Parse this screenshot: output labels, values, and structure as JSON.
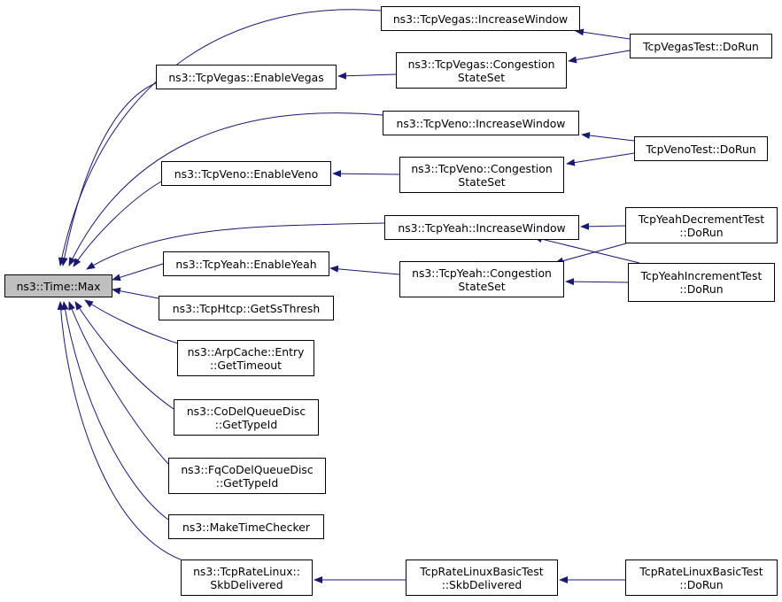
{
  "graph": {
    "edge_color": "#191970",
    "focus_fill": "#bfbfbf",
    "nodes": [
      {
        "id": "max",
        "lines": [
          "ns3::Time::Max"
        ],
        "focus": true
      },
      {
        "id": "vegas-enable",
        "lines": [
          "ns3::TcpVegas::EnableVegas"
        ]
      },
      {
        "id": "vegas-incwin",
        "lines": [
          "ns3::TcpVegas::IncreaseWindow"
        ]
      },
      {
        "id": "vegas-css",
        "lines": [
          "ns3::TcpVegas::Congestion",
          "StateSet"
        ]
      },
      {
        "id": "vegas-test",
        "lines": [
          "TcpVegasTest::DoRun"
        ]
      },
      {
        "id": "veno-incwin",
        "lines": [
          "ns3::TcpVeno::IncreaseWindow"
        ]
      },
      {
        "id": "veno-enable",
        "lines": [
          "ns3::TcpVeno::EnableVeno"
        ]
      },
      {
        "id": "veno-css",
        "lines": [
          "ns3::TcpVeno::Congestion",
          "StateSet"
        ]
      },
      {
        "id": "veno-test",
        "lines": [
          "TcpVenoTest::DoRun"
        ]
      },
      {
        "id": "yeah-incwin",
        "lines": [
          "ns3::TcpYeah::IncreaseWindow"
        ]
      },
      {
        "id": "yeah-enable",
        "lines": [
          "ns3::TcpYeah::EnableYeah"
        ]
      },
      {
        "id": "yeah-css",
        "lines": [
          "ns3::TcpYeah::Congestion",
          "StateSet"
        ]
      },
      {
        "id": "yeah-dec-test",
        "lines": [
          "TcpYeahDecrementTest",
          "::DoRun"
        ]
      },
      {
        "id": "yeah-inc-test",
        "lines": [
          "TcpYeahIncrementTest",
          "::DoRun"
        ]
      },
      {
        "id": "htcp",
        "lines": [
          "ns3::TcpHtcp::GetSsThresh"
        ]
      },
      {
        "id": "arpcache",
        "lines": [
          "ns3::ArpCache::Entry",
          "::GetTimeout"
        ]
      },
      {
        "id": "codel",
        "lines": [
          "ns3::CoDelQueueDisc",
          "::GetTypeId"
        ]
      },
      {
        "id": "fqcodel",
        "lines": [
          "ns3::FqCoDelQueueDisc",
          "::GetTypeId"
        ]
      },
      {
        "id": "maketime",
        "lines": [
          "ns3::MakeTimeChecker"
        ]
      },
      {
        "id": "ratelinux",
        "lines": [
          "ns3::TcpRateLinux::",
          "SkbDelivered"
        ]
      },
      {
        "id": "ratelinux-test-skb",
        "lines": [
          "TcpRateLinuxBasicTest",
          "::SkbDelivered"
        ]
      },
      {
        "id": "ratelinux-test-run",
        "lines": [
          "TcpRateLinuxBasicTest",
          "::DoRun"
        ]
      }
    ],
    "edges": [
      {
        "from": "vegas-incwin",
        "to": "max"
      },
      {
        "from": "vegas-enable",
        "to": "max"
      },
      {
        "from": "veno-incwin",
        "to": "max"
      },
      {
        "from": "veno-enable",
        "to": "max"
      },
      {
        "from": "yeah-incwin",
        "to": "max"
      },
      {
        "from": "yeah-enable",
        "to": "max"
      },
      {
        "from": "htcp",
        "to": "max"
      },
      {
        "from": "arpcache",
        "to": "max"
      },
      {
        "from": "codel",
        "to": "max"
      },
      {
        "from": "fqcodel",
        "to": "max"
      },
      {
        "from": "maketime",
        "to": "max"
      },
      {
        "from": "ratelinux",
        "to": "max"
      },
      {
        "from": "vegas-test",
        "to": "vegas-incwin"
      },
      {
        "from": "vegas-css",
        "to": "vegas-enable"
      },
      {
        "from": "vegas-test",
        "to": "vegas-css"
      },
      {
        "from": "veno-test",
        "to": "veno-incwin"
      },
      {
        "from": "veno-css",
        "to": "veno-enable"
      },
      {
        "from": "veno-test",
        "to": "veno-css"
      },
      {
        "from": "yeah-dec-test",
        "to": "yeah-incwin"
      },
      {
        "from": "yeah-inc-test",
        "to": "yeah-incwin"
      },
      {
        "from": "yeah-css",
        "to": "yeah-enable"
      },
      {
        "from": "yeah-dec-test",
        "to": "yeah-css"
      },
      {
        "from": "yeah-inc-test",
        "to": "yeah-css"
      },
      {
        "from": "ratelinux-test-skb",
        "to": "ratelinux"
      },
      {
        "from": "ratelinux-test-run",
        "to": "ratelinux-test-skb"
      }
    ]
  }
}
